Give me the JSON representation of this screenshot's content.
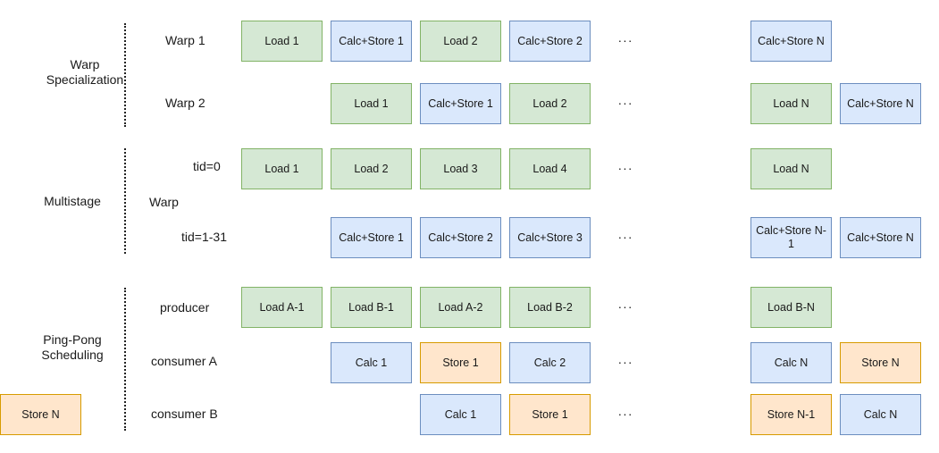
{
  "sections": [
    {
      "id": "warp-specialization",
      "label": "Warp Specialization",
      "rows": [
        {
          "label": "Warp 1",
          "cells": [
            {
              "text": "Load 1",
              "color": "green"
            },
            {
              "text": "Calc+Store 1",
              "color": "blue"
            },
            {
              "text": "Load 2",
              "color": "green"
            },
            {
              "text": "Calc+Store 2",
              "color": "blue"
            },
            {
              "text": "···",
              "color": "dots"
            },
            {
              "text": "Calc+Store N",
              "color": "blue"
            }
          ]
        },
        {
          "label": "Warp 2",
          "cells": [
            null,
            {
              "text": "Load 1",
              "color": "green"
            },
            {
              "text": "Calc+Store 1",
              "color": "blue"
            },
            {
              "text": "Load 2",
              "color": "green"
            },
            {
              "text": "···",
              "color": "dots"
            },
            {
              "text": "Load N",
              "color": "green"
            },
            {
              "text": "Calc+Store N",
              "color": "blue"
            }
          ]
        }
      ]
    },
    {
      "id": "multistage",
      "label": "Multistage",
      "sublabel": "Warp",
      "rows": [
        {
          "label": "tid=0",
          "cells": [
            {
              "text": "Load 1",
              "color": "green"
            },
            {
              "text": "Load 2",
              "color": "green"
            },
            {
              "text": "Load 3",
              "color": "green"
            },
            {
              "text": "Load 4",
              "color": "green"
            },
            {
              "text": "···",
              "color": "dots"
            },
            {
              "text": "Load N",
              "color": "green"
            }
          ]
        },
        {
          "label": "tid=1-31",
          "cells": [
            null,
            {
              "text": "Calc+Store 1",
              "color": "blue"
            },
            {
              "text": "Calc+Store 2",
              "color": "blue"
            },
            {
              "text": "Calc+Store 3",
              "color": "blue"
            },
            {
              "text": "···",
              "color": "dots"
            },
            {
              "text": "Calc+Store N-1",
              "color": "blue"
            },
            {
              "text": "Calc+Store N",
              "color": "blue"
            }
          ]
        }
      ]
    },
    {
      "id": "ping-pong-scheduling",
      "label": "Ping-Pong Scheduling",
      "rows": [
        {
          "label": "producer",
          "cells": [
            {
              "text": "Load A-1",
              "color": "green"
            },
            {
              "text": "Load B-1",
              "color": "green"
            },
            {
              "text": "Load A-2",
              "color": "green"
            },
            {
              "text": "Load B-2",
              "color": "green"
            },
            {
              "text": "···",
              "color": "dots"
            },
            {
              "text": "Load B-N",
              "color": "green"
            }
          ]
        },
        {
          "label": "consumer A",
          "cells": [
            null,
            {
              "text": "Calc 1",
              "color": "blue"
            },
            {
              "text": "Store 1",
              "color": "orange"
            },
            {
              "text": "Calc 2",
              "color": "blue"
            },
            {
              "text": "···",
              "color": "dots"
            },
            {
              "text": "Calc N",
              "color": "blue"
            },
            {
              "text": "Store N",
              "color": "orange"
            }
          ]
        },
        {
          "label": "consumer B",
          "cells": [
            null,
            null,
            {
              "text": "Calc 1",
              "color": "blue"
            },
            {
              "text": "Store 1",
              "color": "orange"
            },
            {
              "text": "···",
              "color": "dots"
            },
            {
              "text": "Store N-1",
              "color": "orange"
            },
            {
              "text": "Calc N",
              "color": "blue"
            },
            {
              "text": "Store N",
              "color": "orange"
            }
          ]
        }
      ]
    }
  ],
  "colors": {
    "green": {
      "fill": "#d5e8d4",
      "stroke": "#82b366"
    },
    "blue": {
      "fill": "#dae8fc",
      "stroke": "#6c8ebf"
    },
    "orange": {
      "fill": "#ffe6cc",
      "stroke": "#d79b00"
    }
  }
}
